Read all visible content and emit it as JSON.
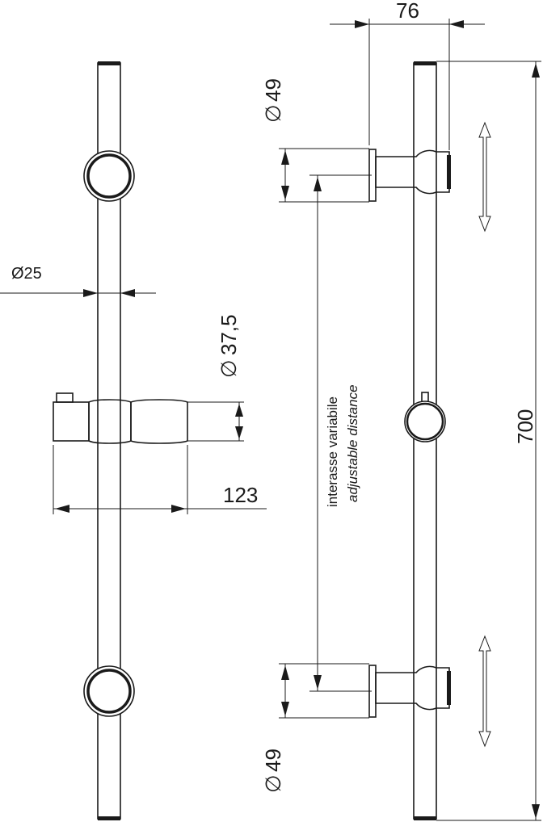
{
  "dimensions": {
    "bar_diameter": "Ø25",
    "slider_diameter": "37,5",
    "slider_width": "123",
    "projection": "76",
    "bracket_diameter_top": "49",
    "bracket_diameter_bottom": "49",
    "total_height": "700",
    "diameter_symbol": "∅"
  },
  "notes": {
    "distance_it": "interasse variabile",
    "distance_en": "adjustable distance"
  },
  "colors": {
    "line": "#1a1a1a",
    "background": "#ffffff"
  }
}
